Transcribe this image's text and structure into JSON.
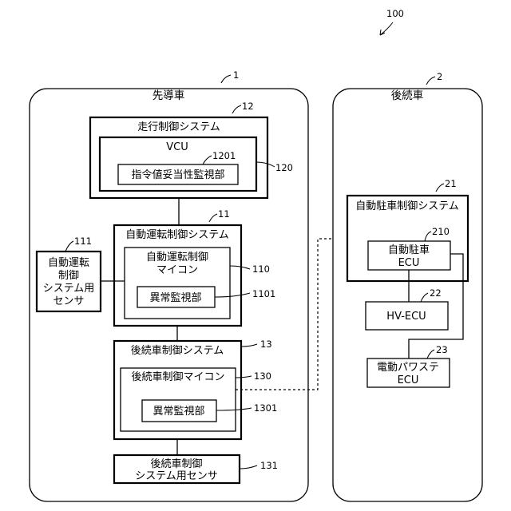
{
  "figure_ref": "100",
  "lead_vehicle": {
    "ref": "1",
    "title": "先導車",
    "travel_control": {
      "ref": "12",
      "title": "走行制御システム",
      "vcu": {
        "ref": "120",
        "title": "VCU",
        "monitor": {
          "ref": "1201",
          "label": "指令値妥当性監視部"
        }
      }
    },
    "auto_drive": {
      "ref": "11",
      "title": "自動運転制御システム",
      "mcu": {
        "ref": "110",
        "line1": "自動運転制御",
        "line2": "マイコン",
        "monitor": {
          "ref": "1101",
          "label": "異常監視部"
        }
      }
    },
    "auto_drive_sensor": {
      "ref": "111",
      "line1": "自動運転",
      "line2": "制御",
      "line3": "システム用",
      "line4": "センサ"
    },
    "follow_control": {
      "ref": "13",
      "title": "後続車制御システム",
      "mcu": {
        "ref": "130",
        "label": "後続車制御マイコン",
        "monitor": {
          "ref": "1301",
          "label": "異常監視部"
        }
      }
    },
    "follow_sensor": {
      "ref": "131",
      "line1": "後続車制御",
      "line2": "システム用センサ"
    }
  },
  "follow_vehicle": {
    "ref": "2",
    "title": "後続車",
    "parking_control": {
      "ref": "21",
      "title": "自動駐車制御システム",
      "ecu": {
        "ref": "210",
        "line1": "自動駐車",
        "line2": "ECU"
      }
    },
    "hv_ecu": {
      "ref": "22",
      "label": "HV-ECU"
    },
    "eps_ecu": {
      "ref": "23",
      "line1": "電動パワステ",
      "line2": "ECU"
    }
  }
}
